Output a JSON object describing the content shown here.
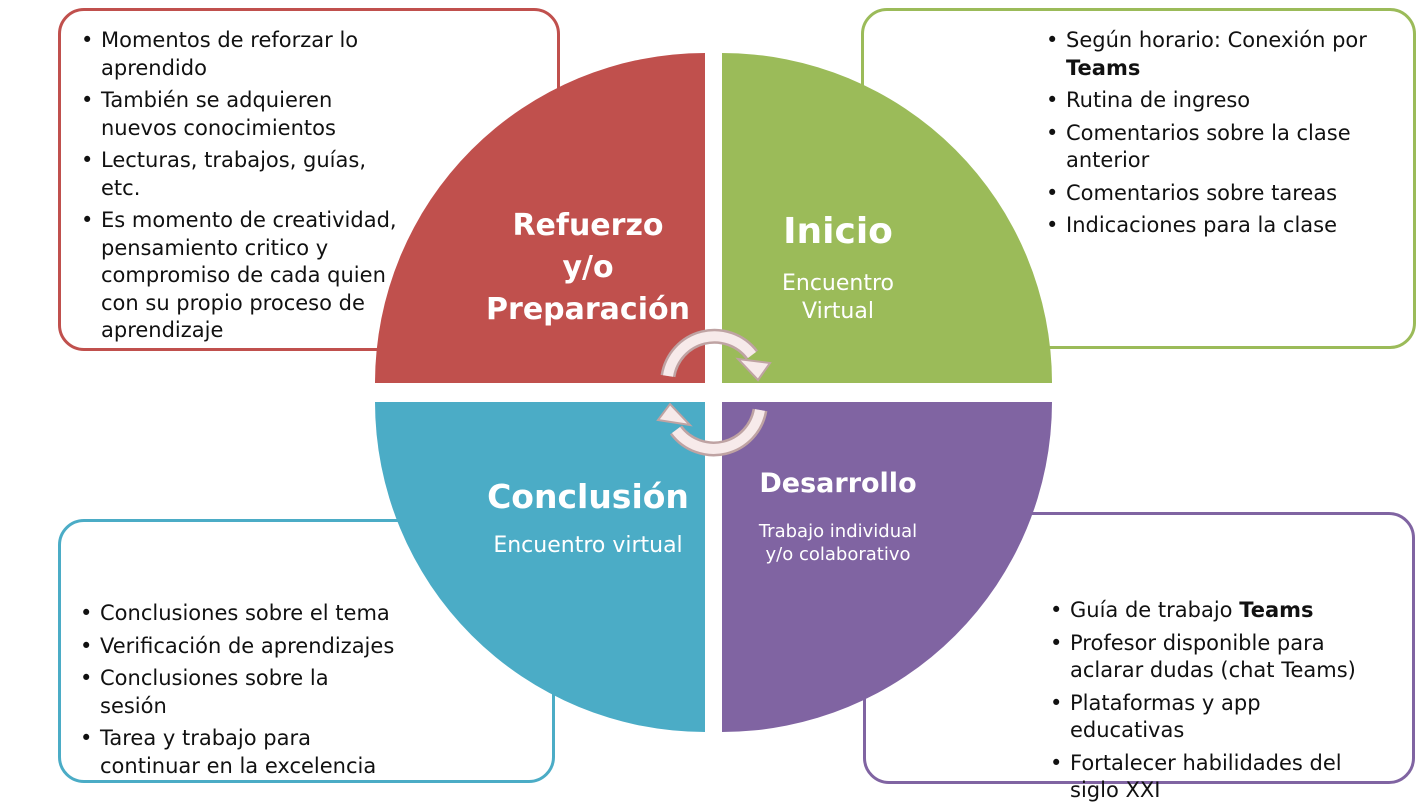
{
  "quadrants": {
    "refuerzo": {
      "title_lines": [
        "Refuerzo",
        "y/o",
        "Preparación"
      ],
      "color": "#c0504d"
    },
    "inicio": {
      "title": "Inicio",
      "subtitle_lines": [
        "Encuentro",
        "Virtual"
      ],
      "color": "#9bbb59"
    },
    "conclusion": {
      "title": "Conclusión",
      "subtitle": "Encuentro virtual",
      "color": "#4bacc6"
    },
    "desarrollo": {
      "title": "Desarrollo",
      "subtitle_lines": [
        "Trabajo individual",
        "y/o colaborativo"
      ],
      "color": "#8064a2"
    }
  },
  "boxes": {
    "refuerzo": {
      "items": [
        "Momentos de reforzar lo aprendido",
        "También se adquieren nuevos conocimientos",
        "Lecturas, trabajos, guías, etc.",
        "Es momento de creatividad, pensamiento critico y compromiso de cada quien con su propio proceso de aprendizaje"
      ]
    },
    "inicio": {
      "items": [
        {
          "text": "Según horario:  Conexión por ",
          "bold": "Teams"
        },
        {
          "text": "Rutina de ingreso"
        },
        {
          "text": "Comentarios sobre la clase anterior"
        },
        {
          "text": "Comentarios sobre tareas"
        },
        {
          "text": "Indicaciones para la clase"
        }
      ]
    },
    "conclusion": {
      "items": [
        "Conclusiones sobre el tema",
        "Verificación de aprendizajes",
        "Conclusiones sobre la sesión",
        "Tarea y trabajo para continuar en la excelencia"
      ]
    },
    "desarrollo": {
      "items": [
        {
          "text": "Guía de trabajo ",
          "bold": "Teams"
        },
        {
          "text": "Profesor disponible para aclarar dudas (chat Teams)"
        },
        {
          "text": "Plataformas y app educativas"
        },
        {
          "text": "Fortalecer habilidades del siglo XXI"
        }
      ]
    }
  }
}
